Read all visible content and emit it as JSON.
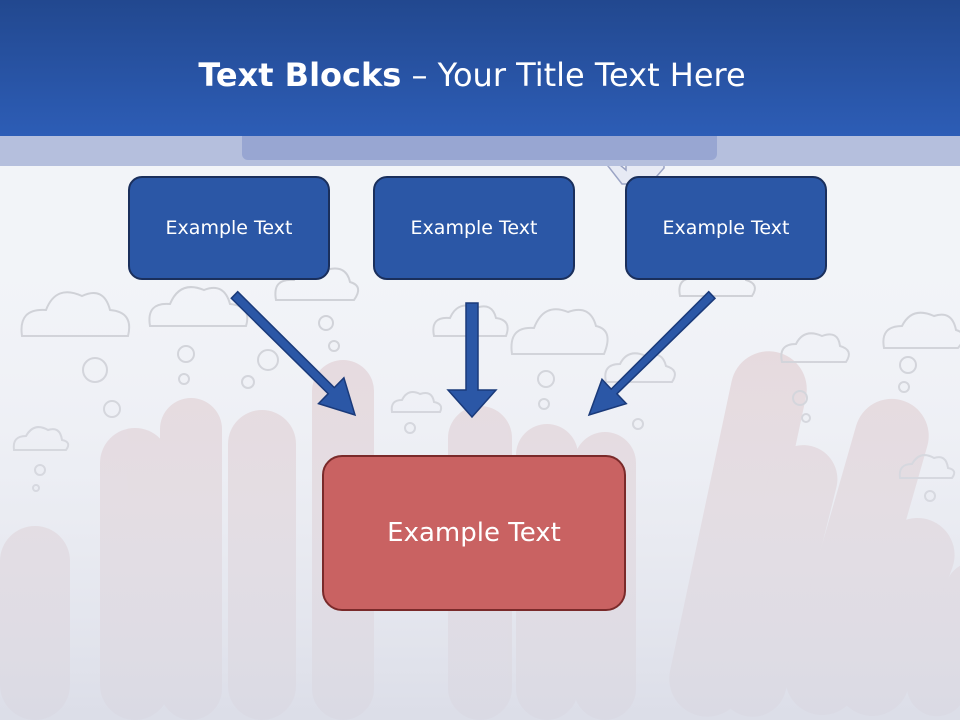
{
  "slide": {
    "title_bold": "Text Blocks",
    "title_rest": " – Your Title Text Here"
  },
  "blocks": [
    {
      "label": "Example Text"
    },
    {
      "label": "Example Text"
    },
    {
      "label": "Example Text"
    }
  ],
  "target": {
    "label": "Example Text"
  },
  "colors": {
    "header": "#2d5db6",
    "block_fill": "#2b57a6",
    "block_border": "#1a2f5c",
    "target_fill": "#c96262",
    "target_border": "#7a2a2a",
    "arrow": "#2b57a6"
  }
}
